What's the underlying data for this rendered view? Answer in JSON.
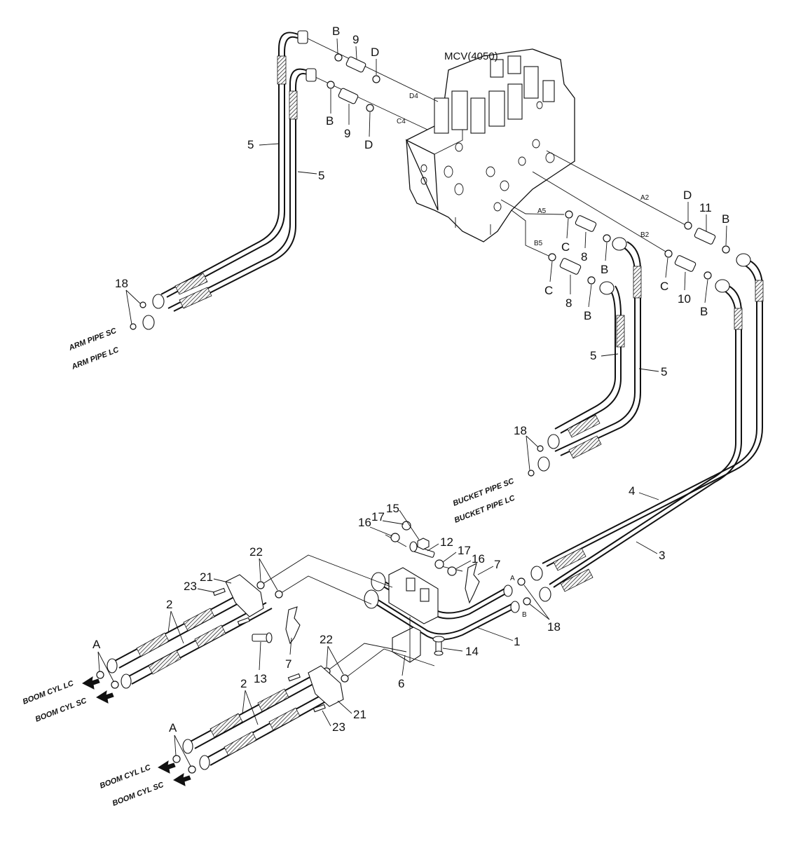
{
  "title": "MCV(4050)",
  "ports": {
    "d4": "D4",
    "c4": "C4",
    "a2": "A2",
    "b2": "B2",
    "a5": "A5",
    "b5": "B5",
    "a": "A",
    "b": "B"
  },
  "callouts": {
    "n1": "1",
    "n2": "2",
    "n3": "3",
    "n4": "4",
    "n5": "5",
    "n6": "6",
    "n7": "7",
    "n8": "8",
    "n9": "9",
    "n10": "10",
    "n11": "11",
    "n12": "12",
    "n13": "13",
    "n14": "14",
    "n15": "15",
    "n16": "16",
    "n17": "17",
    "n18": "18",
    "n21": "21",
    "n22": "22",
    "n23": "23",
    "a": "A",
    "b": "B",
    "c": "C",
    "d": "D"
  },
  "pipe_labels": {
    "arm_sc": "ARM PIPE SC",
    "arm_lc": "ARM PIPE LC",
    "bucket_sc": "BUCKET PIPE SC",
    "bucket_lc": "BUCKET PIPE LC",
    "boom_lc": "BOOM CYL LC",
    "boom_sc": "BOOM CYL SC"
  }
}
